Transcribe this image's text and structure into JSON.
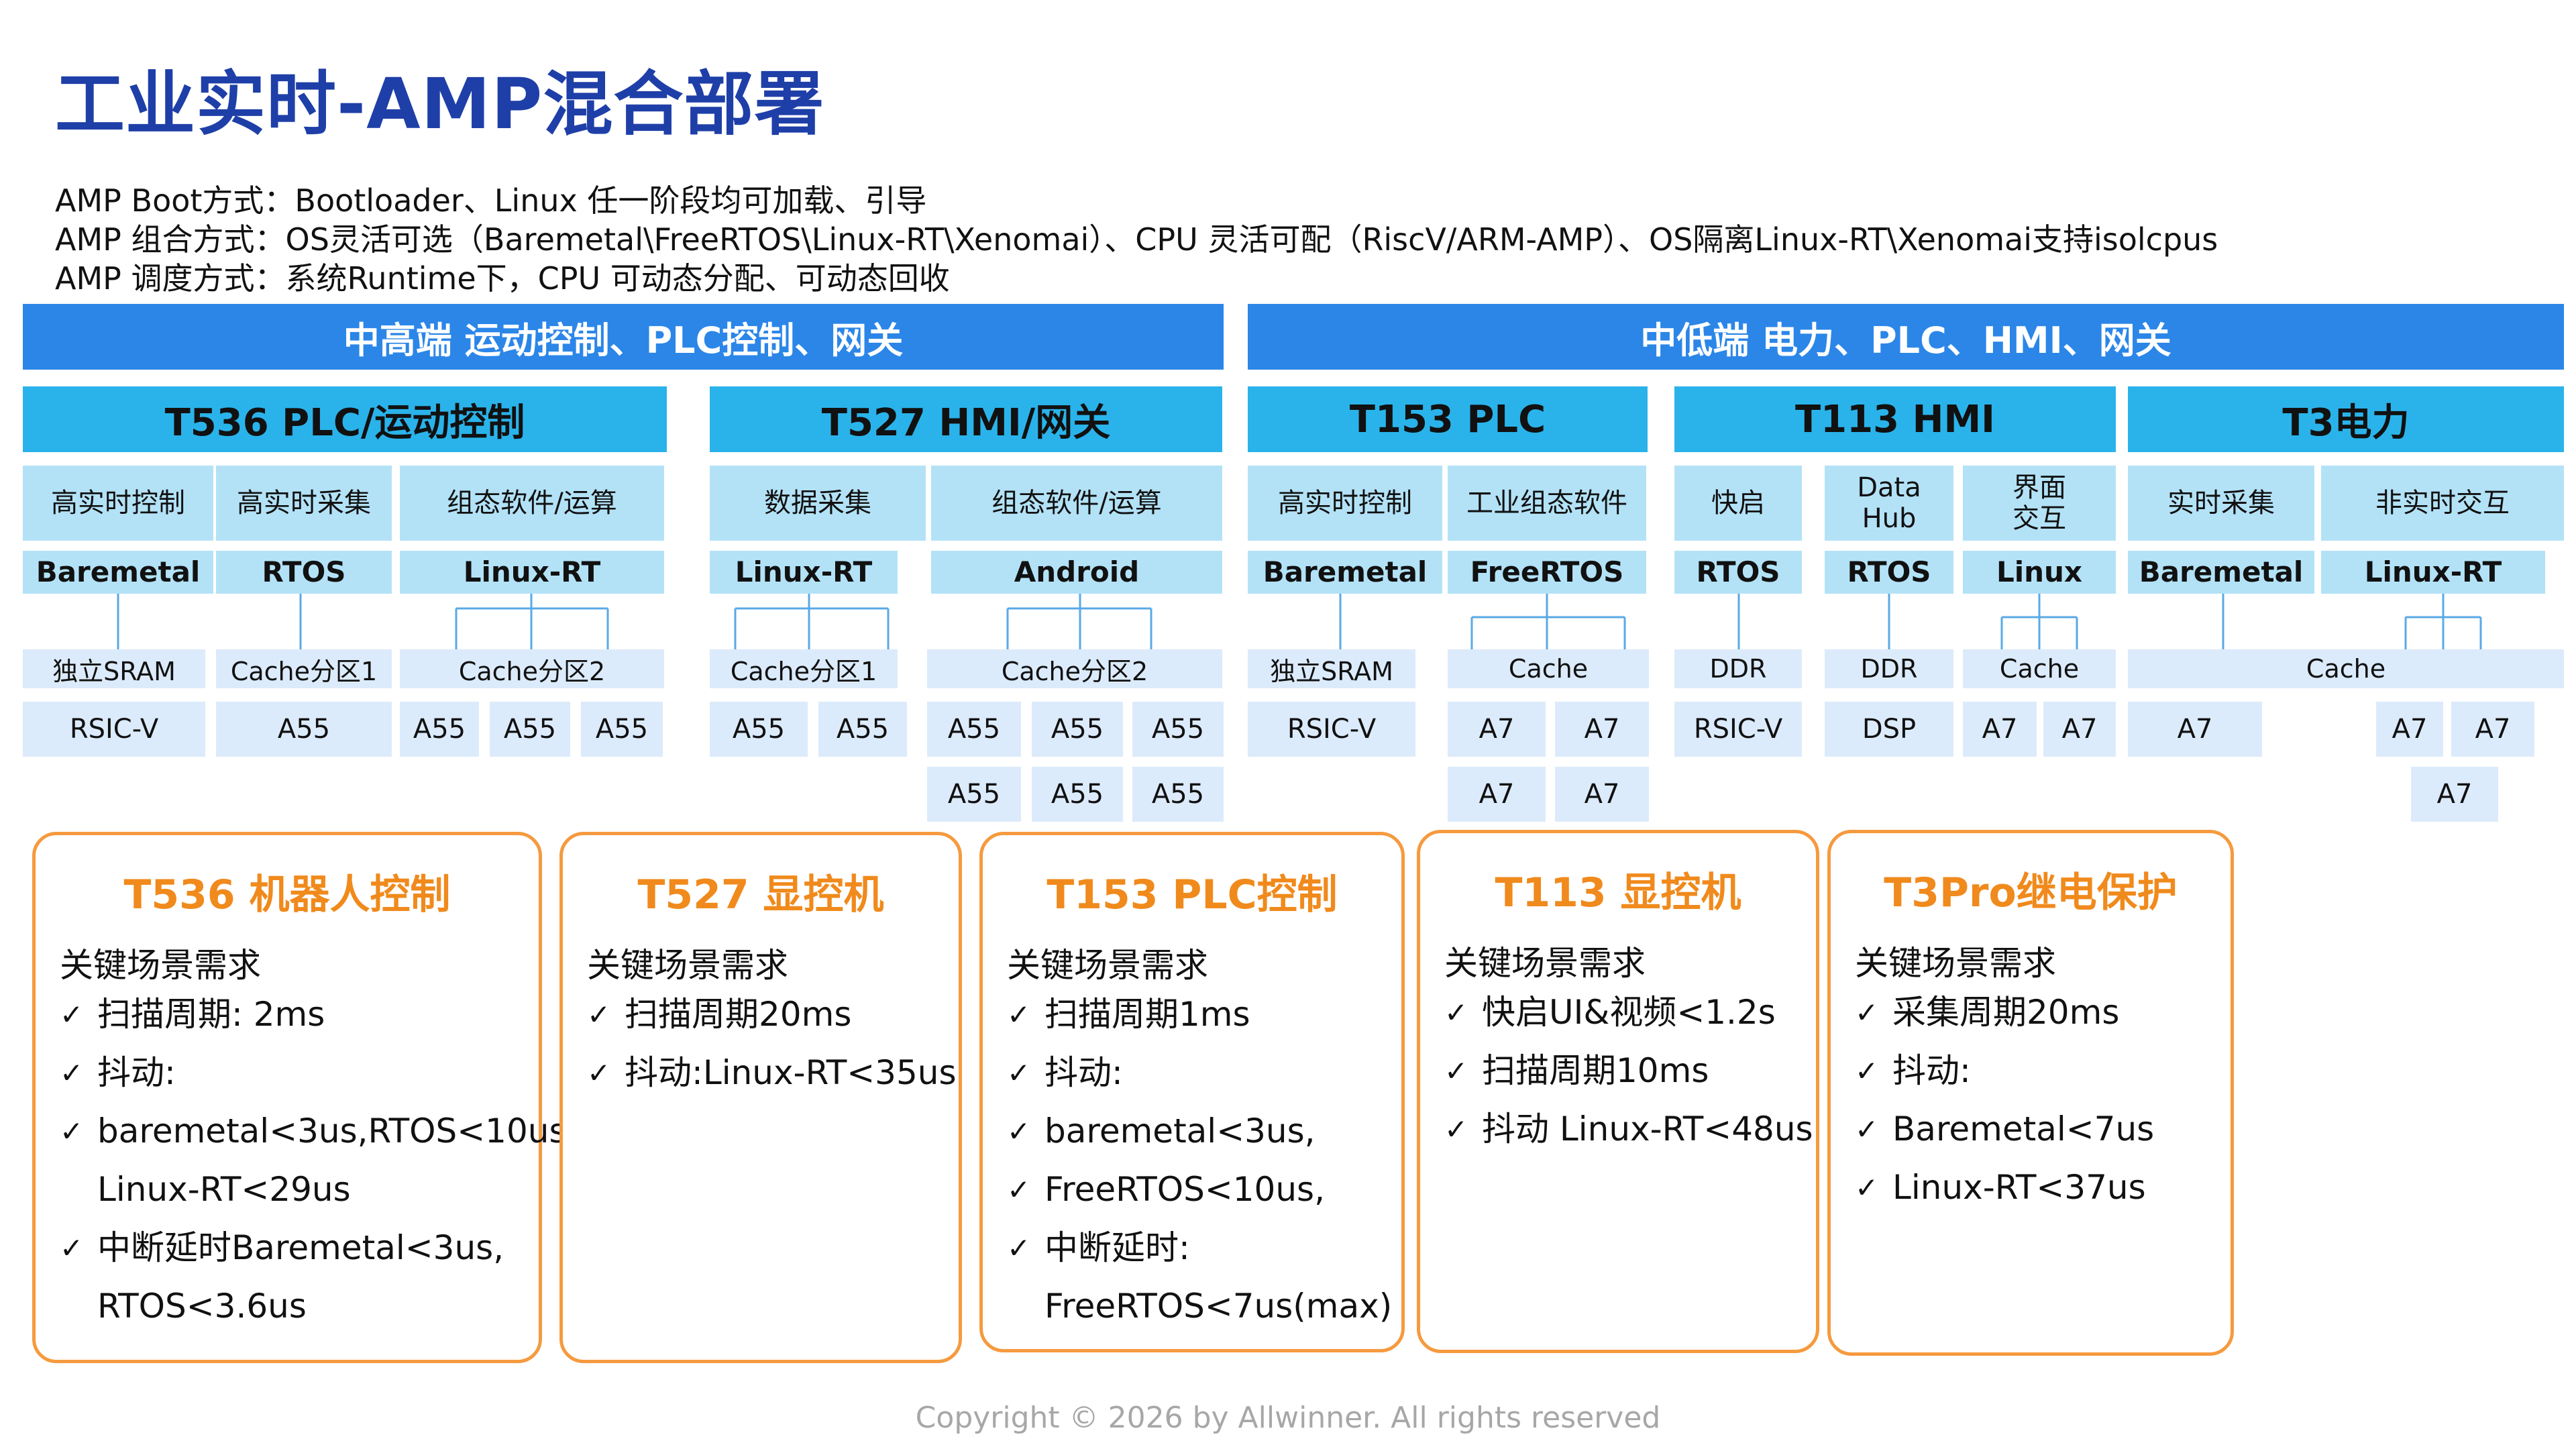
{
  "title": "工业实时-AMP混合部署",
  "intro": [
    "AMP Boot方式：Bootloader、Linux 任一阶段均可加载、引导",
    "AMP 组合方式：OS灵活可选（Baremetal\\FreeRTOS\\Linux-RT\\Xenomai）、CPU 灵活可配（RiscV/ARM-AMP）、OS隔离Linux-RT\\Xenomai支持isolcpus",
    "AMP 调度方式：系统Runtime下，CPU 可动态分配、可动态回收"
  ],
  "banners": [
    "中高端 运动控制、PLC控制、网关",
    "中低端 电力、PLC、HMI、网关"
  ],
  "chips": [
    "T536 PLC/运动控制",
    "T527 HMI/网关",
    "T153 PLC",
    "T113 HMI",
    "T3电力"
  ],
  "tiles": [
    "高实时控制",
    "高实时采集",
    "组态软件/运算",
    "数据采集",
    "组态软件/运算",
    "高实时控制",
    "工业组态软件",
    "快启",
    "Data\nHub",
    "界面\n交互",
    "实时采集",
    "非实时交互"
  ],
  "os_tiles": [
    "Baremetal",
    "RTOS",
    "Linux-RT",
    "Linux-RT",
    "Android",
    "Baremetal",
    "FreeRTOS",
    "RTOS",
    "RTOS",
    "Linux",
    "Baremetal",
    "Linux-RT"
  ],
  "mem_cells": [
    "独立SRAM",
    "Cache分区1",
    "Cache分区2",
    "Cache分区1",
    "Cache分区2",
    "独立SRAM",
    "Cache",
    "DDR",
    "DDR",
    "Cache",
    "Cache"
  ],
  "core_cells": [
    "RSIC-V",
    "A55",
    "A55",
    "A55",
    "A55",
    "A55",
    "A55",
    "A55",
    "A55",
    "A55",
    "A55",
    "A55",
    "A55",
    "RSIC-V",
    "A7",
    "A7",
    "A7",
    "A7",
    "RSIC-V",
    "DSP",
    "A7",
    "A7",
    "A7",
    "A7",
    "A7",
    "A7"
  ],
  "cards": [
    {
      "title": "T536 机器人控制",
      "heading": "关键场景需求",
      "items": [
        "扫描周期: 2ms",
        "抖动:",
        "baremetal<3us,RTOS<10us,",
        "Linux-RT<29us",
        "中断延时Baremetal<3us,",
        "RTOS<3.6us"
      ],
      "cont": [
        false,
        false,
        false,
        true,
        false,
        true
      ]
    },
    {
      "title": "T527 显控机",
      "heading": "关键场景需求",
      "items": [
        "扫描周期20ms",
        "抖动:Linux-RT<35us"
      ],
      "cont": [
        false,
        false
      ]
    },
    {
      "title": "T153 PLC控制",
      "heading": "关键场景需求",
      "items": [
        "扫描周期1ms",
        "抖动:",
        "baremetal<3us,",
        "FreeRTOS<10us,",
        "中断延时:",
        "FreeRTOS<7us(max)"
      ],
      "cont": [
        false,
        false,
        false,
        false,
        false,
        true
      ]
    },
    {
      "title": "T113 显控机",
      "heading": "关键场景需求",
      "items": [
        "快启UI&视频<1.2s",
        "扫描周期10ms",
        "抖动 Linux-RT<48us"
      ],
      "cont": [
        false,
        false,
        false
      ]
    },
    {
      "title": "T3Pro继电保护",
      "heading": "关键场景需求",
      "items": [
        "采集周期20ms",
        "抖动:",
        "Baremetal<7us",
        "Linux-RT<37us"
      ],
      "cont": [
        false,
        false,
        false,
        false
      ]
    }
  ],
  "copyright": "Copyright © 2026 by Allwinner. All rights reserved"
}
